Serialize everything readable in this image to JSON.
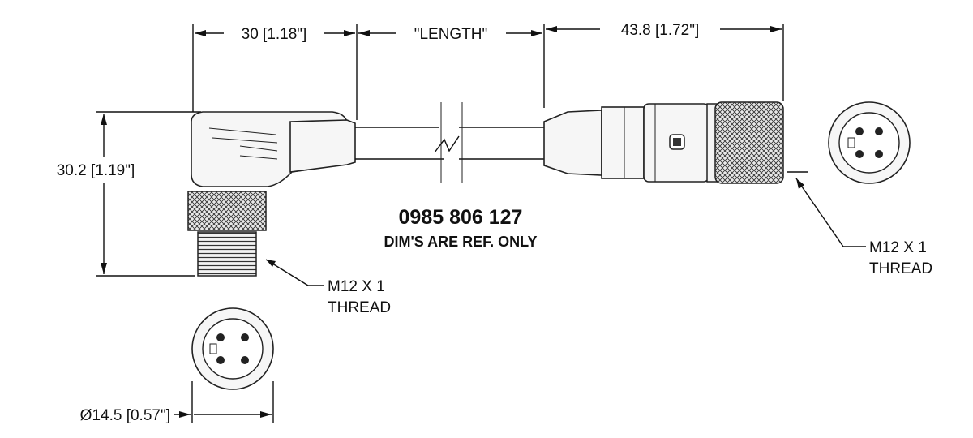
{
  "part_number": "0985 806 127",
  "note": "DIM'S ARE REF. ONLY",
  "dimensions": {
    "left_connector_length": "30 [1.18\"]",
    "cable_length": "\"LENGTH\"",
    "right_connector_length": "43.8 [1.72\"]",
    "height": "30.2 [1.19\"]",
    "diameter": "Ø14.5 [0.57\"]"
  },
  "callouts": {
    "left_thread_line1": "M12 X 1",
    "left_thread_line2": "THREAD",
    "right_thread_line1": "M12 X 1",
    "right_thread_line2": "THREAD"
  }
}
